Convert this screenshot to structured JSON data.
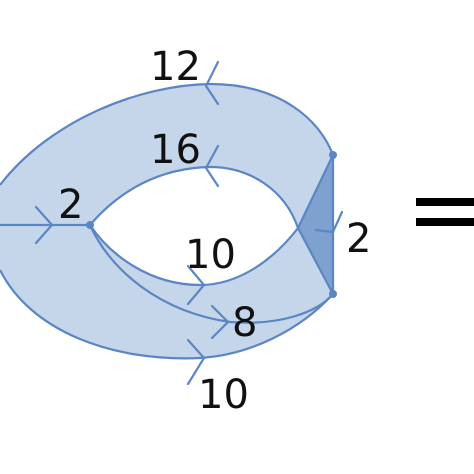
{
  "colors": {
    "fill": "#c6d6ea",
    "fill_dark": "#7fa1cf",
    "stroke": "#5b86c4",
    "text": "#111111",
    "equals": "#000000"
  },
  "labels": {
    "outer_top": "12",
    "inner_top": "16",
    "left": "2",
    "inner_bottom": "10",
    "middle_bottom": "8",
    "outer_bottom": "10",
    "right": "2"
  },
  "equals_sign": "="
}
